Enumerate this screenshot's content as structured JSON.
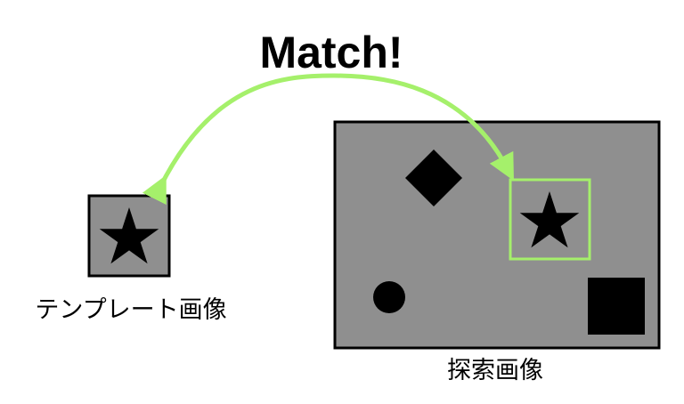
{
  "title": "Match!",
  "template_label": "テンプレート画像",
  "search_label": "探索画像",
  "colors": {
    "match": "#a5f06b",
    "image_bg": "#8f8f8f",
    "shape": "#000000"
  },
  "icons": [
    "star-icon",
    "diamond-icon",
    "circle-icon",
    "square-icon",
    "curved-double-arrow-icon"
  ]
}
